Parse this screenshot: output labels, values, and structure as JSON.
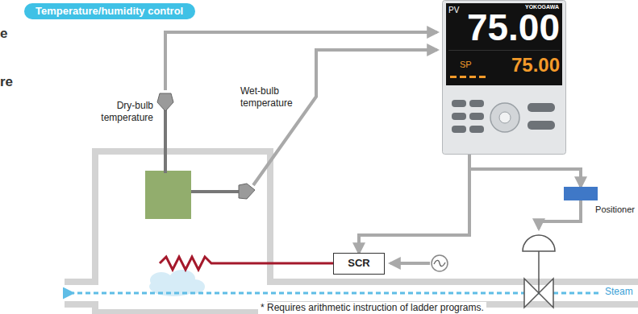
{
  "diagram": {
    "title": "Temperature/humidity control",
    "nodes": [
      {
        "text": [
          "Temperature/humidity control"
        ]
      },
      {
        "text": [
          "YOKOGAWA",
          "PV",
          "75.00",
          "SP",
          "75.00"
        ]
      },
      {
        "text": [
          "Positioner"
        ]
      },
      {
        "text": [
          "SCR"
        ]
      }
    ],
    "edges": [
      {
        "from": 1,
        "to": 2,
        "arrow": "to"
      },
      {
        "from": 1,
        "to": 3,
        "arrow": "to"
      }
    ],
    "labels": [
      "e",
      "re",
      "Dry-bulb temperature",
      "Wet-bulb temperature",
      "Steam",
      "* Requires arithmetic instruction of ladder programs."
    ]
  }
}
